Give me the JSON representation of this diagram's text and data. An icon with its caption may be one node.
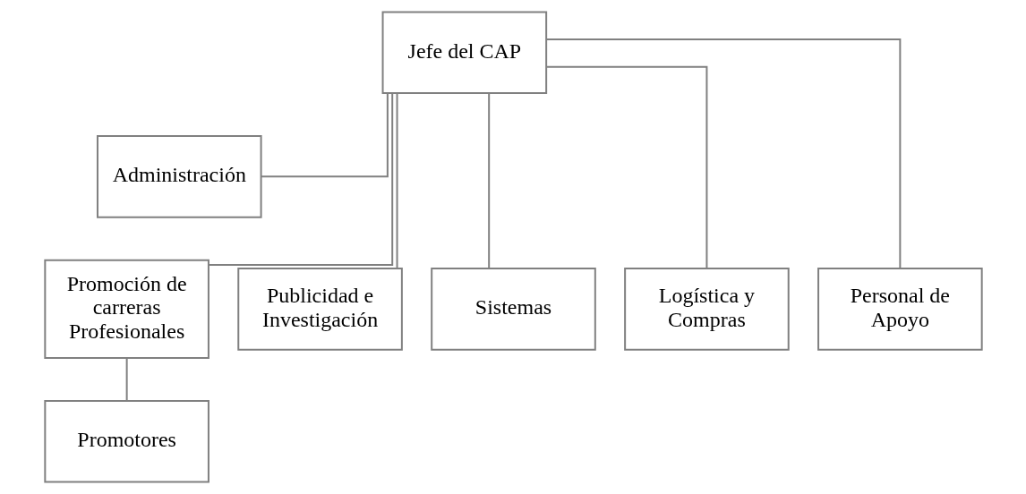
{
  "diagram": {
    "nodes": [
      {
        "text": [
          "Jefe del CAP"
        ]
      },
      {
        "text": [
          "Administración"
        ]
      },
      {
        "text": [
          "Promoción de carreras Profesionales"
        ]
      },
      {
        "text": [
          "Publicidad e Investigación"
        ]
      },
      {
        "text": [
          "Sistemas"
        ]
      },
      {
        "text": [
          "Logística y Compras"
        ]
      },
      {
        "text": [
          "Personal de Apoyo"
        ]
      },
      {
        "text": [
          "Promotores"
        ]
      }
    ],
    "edges": [
      {
        "from": 0,
        "to": 1,
        "arrow": "none"
      },
      {
        "from": 0,
        "to": 2,
        "arrow": "none"
      },
      {
        "from": 0,
        "to": 3,
        "arrow": "none"
      },
      {
        "from": 0,
        "to": 4,
        "arrow": "none"
      },
      {
        "from": 0,
        "to": 5,
        "arrow": "none"
      },
      {
        "from": 0,
        "to": 6,
        "arrow": "none"
      },
      {
        "from": 2,
        "to": 7,
        "arrow": "none"
      }
    ]
  }
}
